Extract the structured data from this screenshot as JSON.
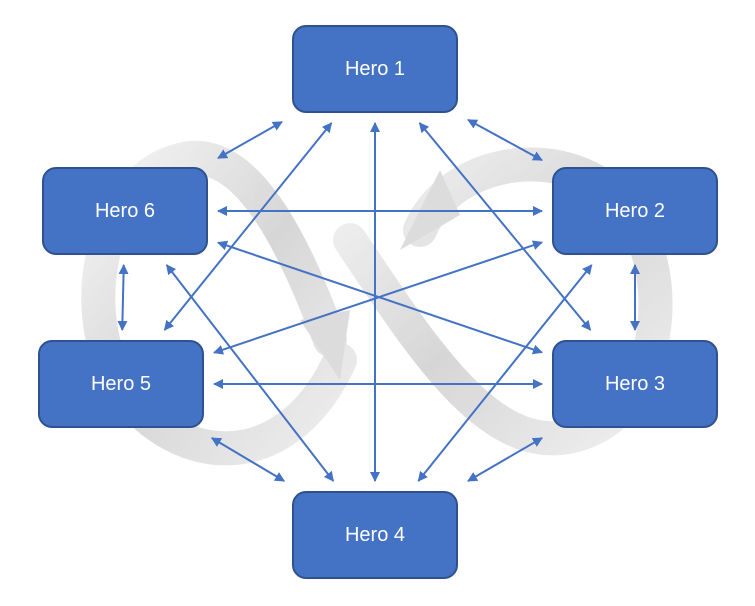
{
  "nodes": [
    {
      "id": "n1",
      "label": "Hero 1"
    },
    {
      "id": "n2",
      "label": "Hero 2"
    },
    {
      "id": "n3",
      "label": "Hero 3"
    },
    {
      "id": "n4",
      "label": "Hero 4"
    },
    {
      "id": "n5",
      "label": "Hero 5"
    },
    {
      "id": "n6",
      "label": "Hero 6"
    }
  ],
  "connections": [
    [
      "n1",
      "n2"
    ],
    [
      "n2",
      "n3"
    ],
    [
      "n3",
      "n4"
    ],
    [
      "n4",
      "n5"
    ],
    [
      "n5",
      "n6"
    ],
    [
      "n6",
      "n1"
    ],
    [
      "n1",
      "n3"
    ],
    [
      "n1",
      "n4"
    ],
    [
      "n1",
      "n5"
    ],
    [
      "n2",
      "n4"
    ],
    [
      "n2",
      "n5"
    ],
    [
      "n2",
      "n6"
    ],
    [
      "n3",
      "n5"
    ],
    [
      "n3",
      "n6"
    ],
    [
      "n4",
      "n6"
    ]
  ],
  "colors": {
    "node_fill": "#4472c4",
    "node_border": "#2f528f",
    "arrow": "#4472c4",
    "background_shape": "#d9d9d9"
  }
}
